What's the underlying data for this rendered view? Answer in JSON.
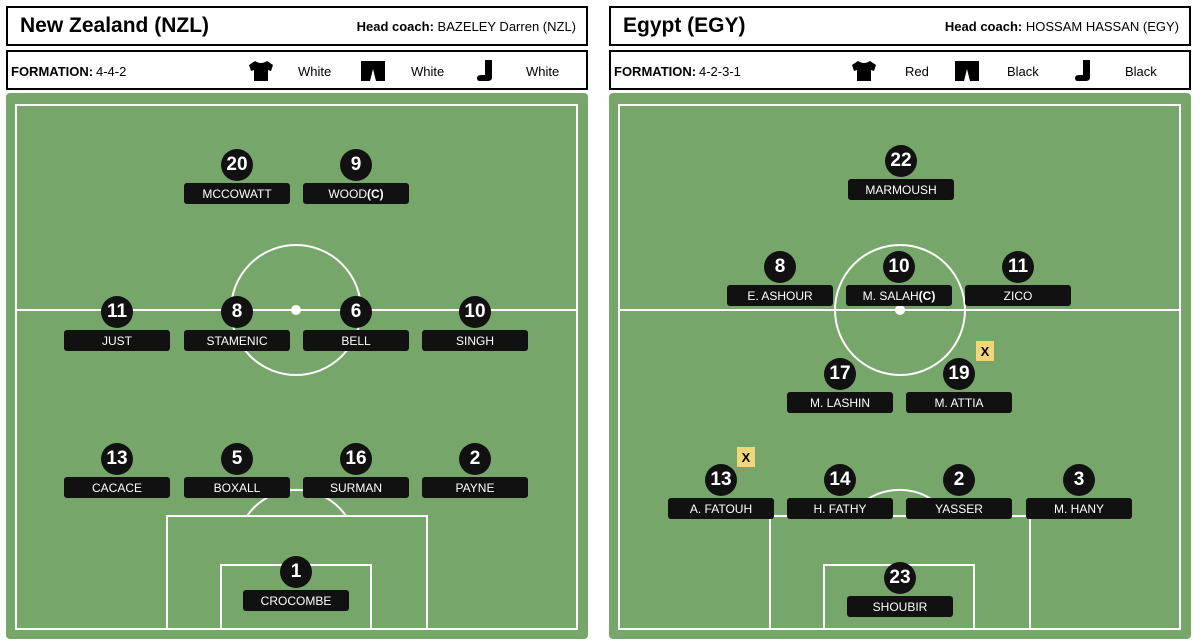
{
  "teams": [
    {
      "name": "New Zealand (NZL)",
      "coach_label": "Head coach:",
      "coach_name": "BAZELEY Darren (NZL)",
      "formation_label": "FORMATION:",
      "formation": "4-4-2",
      "kit": {
        "shirt": "White",
        "shorts": "White",
        "socks": "White"
      },
      "players": [
        {
          "number": "20",
          "name": "MCCOWATT"
        },
        {
          "number": "9",
          "name": "WOOD",
          "captain": " (C)"
        },
        {
          "number": "11",
          "name": "JUST"
        },
        {
          "number": "8",
          "name": "STAMENIC"
        },
        {
          "number": "6",
          "name": "BELL"
        },
        {
          "number": "10",
          "name": "SINGH"
        },
        {
          "number": "13",
          "name": "CACACE"
        },
        {
          "number": "5",
          "name": "BOXALL"
        },
        {
          "number": "16",
          "name": "SURMAN"
        },
        {
          "number": "2",
          "name": "PAYNE"
        },
        {
          "number": "1",
          "name": "CROCOMBE"
        }
      ]
    },
    {
      "name": "Egypt (EGY)",
      "coach_label": "Head coach:",
      "coach_name": "HOSSAM HASSAN (EGY)",
      "formation_label": "FORMATION:",
      "formation": "4-2-3-1",
      "kit": {
        "shirt": "Red",
        "shorts": "Black",
        "socks": "Black"
      },
      "players": [
        {
          "number": "22",
          "name": "MARMOUSH"
        },
        {
          "number": "8",
          "name": "E. ASHOUR"
        },
        {
          "number": "10",
          "name": "M. SALAH",
          "captain": " (C)"
        },
        {
          "number": "11",
          "name": "ZICO"
        },
        {
          "number": "17",
          "name": "M. LASHIN"
        },
        {
          "number": "19",
          "name": "M. ATTIA",
          "card": "X"
        },
        {
          "number": "13",
          "name": "A. FATOUH",
          "card": "X"
        },
        {
          "number": "14",
          "name": "H. FATHY"
        },
        {
          "number": "2",
          "name": "YASSER"
        },
        {
          "number": "3",
          "name": "M. HANY"
        },
        {
          "number": "23",
          "name": "SHOUBIR"
        }
      ]
    }
  ]
}
